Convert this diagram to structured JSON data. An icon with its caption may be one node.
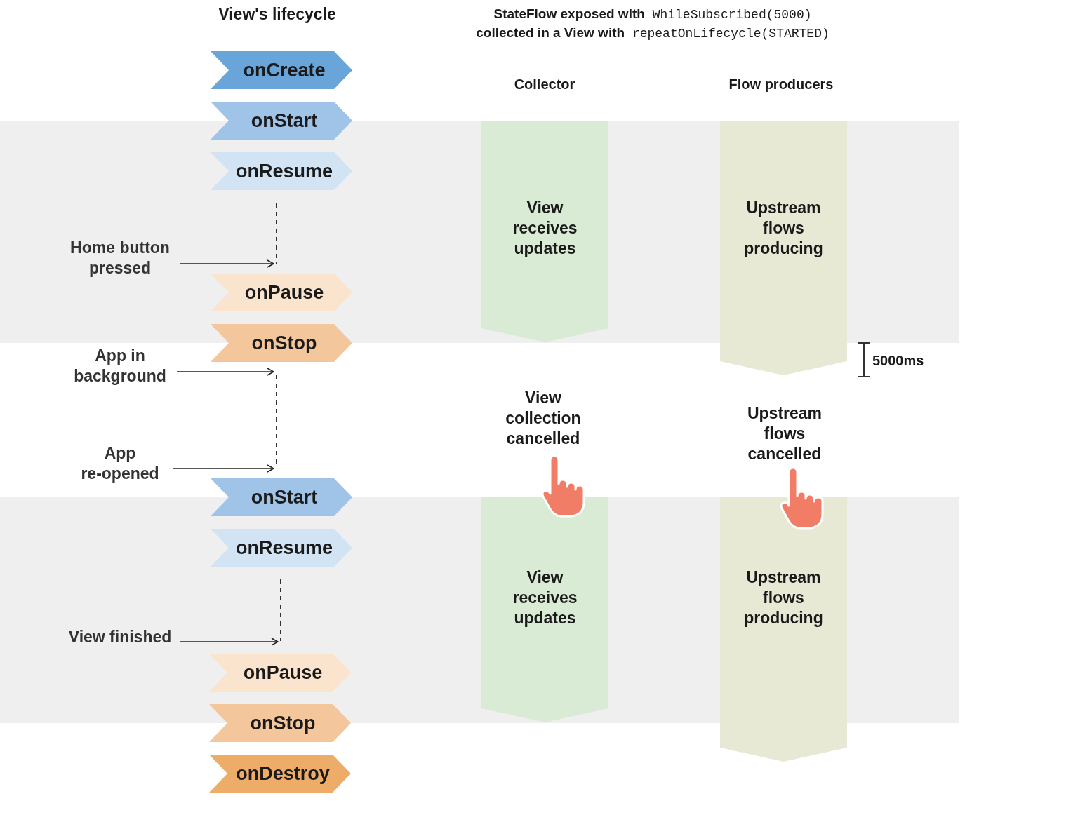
{
  "diagram": {
    "title": "**StateFlow exposed with** WhileSubscribed(5000) **collected in a View with** repeatOnLifecycle(STARTED)",
    "nodes": [
      {
        "text": [
          "onCreate"
        ]
      },
      {
        "text": [
          "onStart"
        ]
      },
      {
        "text": [
          "onResume"
        ]
      },
      {
        "text": [
          "onPause"
        ]
      },
      {
        "text": [
          "onStop"
        ]
      },
      {
        "text": [
          "onStart"
        ]
      },
      {
        "text": [
          "onResume"
        ]
      },
      {
        "text": [
          "onPause"
        ]
      },
      {
        "text": [
          "onStop"
        ]
      },
      {
        "text": [
          "onDestroy"
        ]
      },
      {
        "text": [
          "Home button pressed"
        ]
      },
      {
        "text": [
          "App in background"
        ]
      },
      {
        "text": [
          "App re-opened"
        ]
      },
      {
        "text": [
          "View finished"
        ]
      },
      {
        "text": [
          "View receives updates"
        ]
      },
      {
        "text": [
          "Upstream flows producing"
        ]
      },
      {
        "text": [
          "View receives updates"
        ]
      },
      {
        "text": [
          "Upstream flows producing"
        ]
      },
      {
        "text": [],
        "shape": "line"
      },
      {
        "text": [],
        "shape": "line"
      },
      {
        "text": [],
        "shape": "line"
      }
    ],
    "edges": [
      {
        "from": 10,
        "to": 18,
        "arrow": "to"
      },
      {
        "from": 11,
        "to": 19,
        "arrow": "to"
      },
      {
        "from": 12,
        "to": 19,
        "arrow": "to"
      },
      {
        "from": 13,
        "to": 20,
        "arrow": "to"
      }
    ],
    "labels": [
      "View's lifecycle",
      "Collector",
      "Flow producers",
      "View collection cancelled",
      "Upstream flows cancelled",
      "5000ms"
    ]
  }
}
